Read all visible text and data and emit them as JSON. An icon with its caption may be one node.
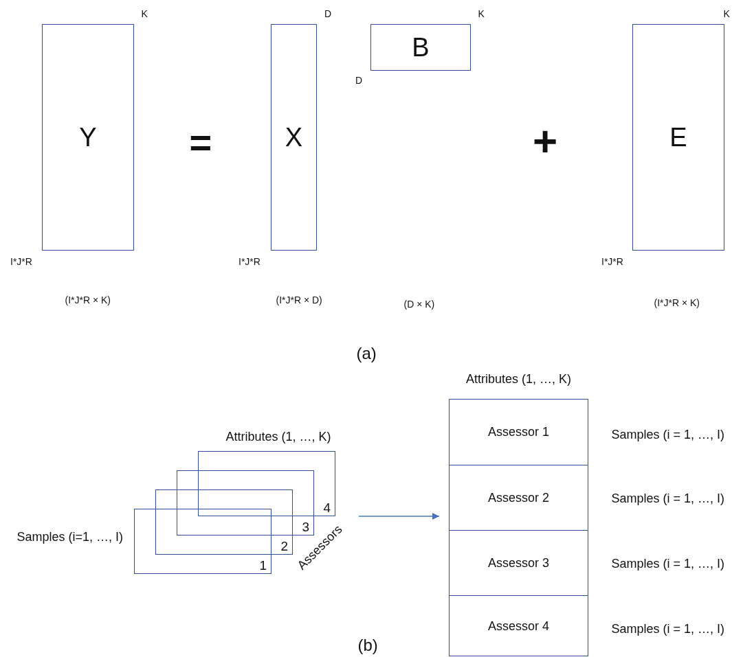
{
  "diagram": {
    "nodes": [
      {
        "text": [
          "Y"
        ],
        "beside": [
          "K",
          "I*J*R"
        ]
      },
      {
        "text": [
          "X"
        ],
        "beside": [
          "D",
          "I*J*R"
        ]
      },
      {
        "text": [
          "B"
        ],
        "beside": [
          "K",
          "D"
        ]
      },
      {
        "text": [
          "E"
        ],
        "beside": [
          "K",
          "I*J*R"
        ]
      },
      {
        "text": [
          "1"
        ]
      },
      {
        "text": [
          "2"
        ]
      },
      {
        "text": [
          "3"
        ]
      },
      {
        "text": [
          "4"
        ]
      },
      {
        "text": [
          "Attributes (1, …, K)"
        ]
      },
      {
        "text": [
          "Assessor 1"
        ],
        "in": 8
      },
      {
        "text": [
          "Assessor 2"
        ],
        "in": 8
      },
      {
        "text": [
          "Assessor 3"
        ],
        "in": 8
      },
      {
        "text": [
          "Assessor 4"
        ],
        "in": 8
      }
    ],
    "edges": [
      {
        "from": null,
        "to": 8,
        "arrow": "to"
      }
    ],
    "labels": [
      "=",
      "+",
      "(I*J*R × K)",
      "(I*J*R × D)",
      "(D × K)",
      "(I*J*R × K)",
      "(a)",
      "Attributes (1, …, K)",
      "Samples (i = 1, …, I)",
      "Samples (i = 1, …, I)",
      "Samples (i=1, …, I)",
      "Assessors",
      "Samples (i = 1, …, I)",
      "Samples (i = 1, …, I)",
      "(b)"
    ]
  }
}
